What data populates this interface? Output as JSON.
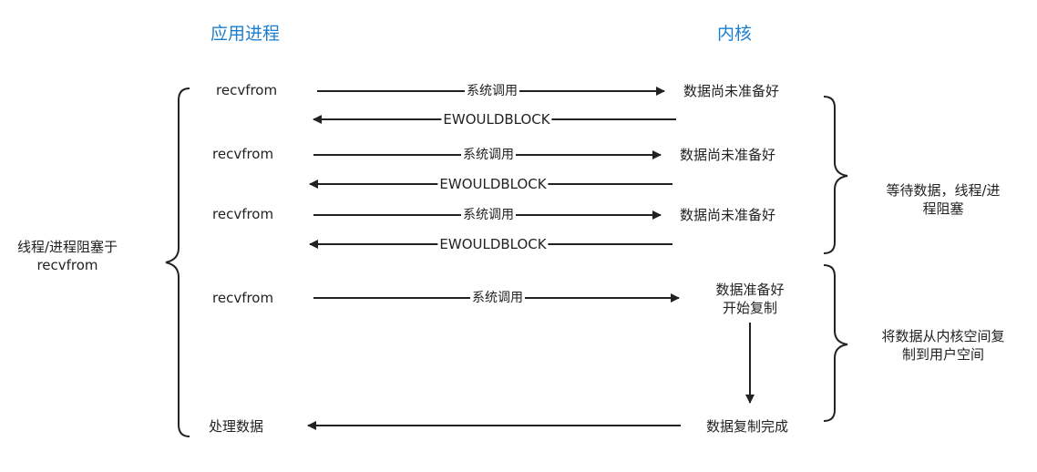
{
  "headers": {
    "app": "应用进程",
    "kernel": "内核"
  },
  "left_note": {
    "line1": "线程/进程阻塞于",
    "line2": "recvfrom"
  },
  "right_note_top": {
    "line1": "等待数据，线程/进",
    "line2": "程阻塞"
  },
  "right_note_bottom": {
    "line1": "将数据从内核空间复",
    "line2": "制到用户空间"
  },
  "rows": [
    {
      "call": "recvfrom",
      "syscall": "系统调用",
      "state": "数据尚未准备好",
      "reply": "EWOULDBLOCK"
    },
    {
      "call": "recvfrom",
      "syscall": "系统调用",
      "state": "数据尚未准备好",
      "reply": "EWOULDBLOCK"
    },
    {
      "call": "recvfrom",
      "syscall": "系统调用",
      "state": "数据尚未准备好",
      "reply": "EWOULDBLOCK"
    }
  ],
  "final": {
    "call": "recvfrom",
    "syscall": "系统调用",
    "state_line1": "数据准备好",
    "state_line2": "开始复制",
    "done": "数据复制完成",
    "process": "处理数据"
  }
}
